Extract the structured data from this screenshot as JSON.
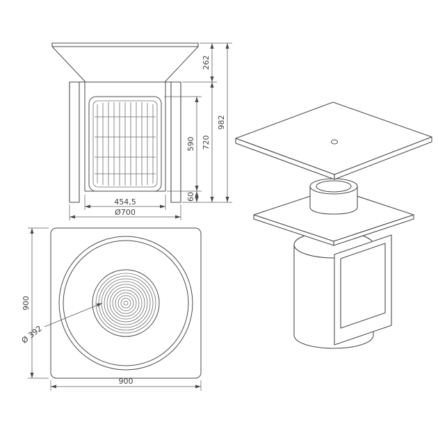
{
  "page": {
    "background": "#ffffff",
    "line_color": "#4a4a4a",
    "dim_color": "#5a5a5a"
  },
  "drawing": {
    "front_view": {
      "dim_cone_height": "262",
      "dim_total_height": "982",
      "dim_frame_height": "720",
      "dim_door_height": "590",
      "dim_foot_height": "60",
      "dim_inner_width": "454,5",
      "dim_base_diameter": "Ø700"
    },
    "plan_view": {
      "dim_side_left": "900",
      "dim_side_bottom": "900",
      "dim_grate_diameter": "Ø 392"
    }
  }
}
